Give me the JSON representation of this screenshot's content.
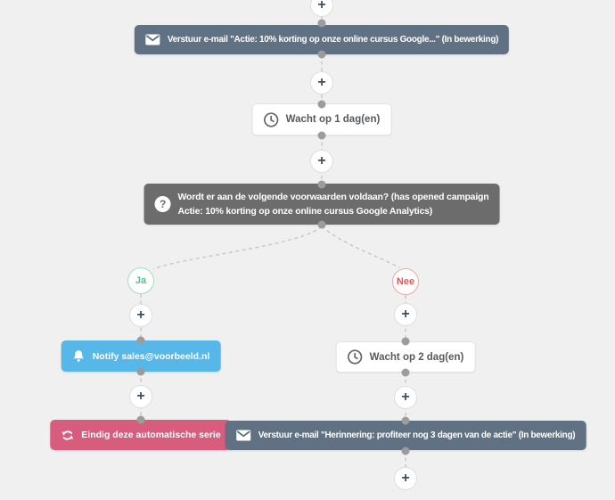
{
  "icons": {
    "plus_glyph": "+",
    "question_glyph": "?"
  },
  "colors": {
    "background": "#f1f0f0",
    "email_node": "#5f7183",
    "condition_node": "#6c6c6c",
    "notify_node": "#56b7e8",
    "end_node": "#d85c7e",
    "yes_green": "#54c392",
    "no_red": "#e15a53",
    "connector": "#c9c9c9",
    "dot": "#9c9c9c"
  },
  "workflow": {
    "trunk": [
      {
        "type": "email",
        "label": "Verstuur e-mail \"Actie: 10% korting op onze online cursus Google...\" (In bewerking)"
      },
      {
        "type": "wait",
        "label": "Wacht op 1 dag(en)"
      },
      {
        "type": "condition",
        "line1": "Wordt er aan de volgende voorwaarden voldaan? (has opened campaign",
        "line2": "Actie: 10% korting op onze online cursus Google Analytics)"
      }
    ],
    "branches": {
      "yes": {
        "label": "Ja",
        "steps": [
          {
            "type": "notify",
            "label": "Notify sales@voorbeeld.nl"
          },
          {
            "type": "end",
            "label": "Eindig deze automatische serie"
          }
        ]
      },
      "no": {
        "label": "Nee",
        "steps": [
          {
            "type": "wait",
            "label": "Wacht op 2 dag(en)"
          },
          {
            "type": "email",
            "label": "Verstuur e-mail \"Herinnering: profiteer nog 3 dagen van de actie\" (In bewerking)"
          }
        ]
      }
    }
  }
}
